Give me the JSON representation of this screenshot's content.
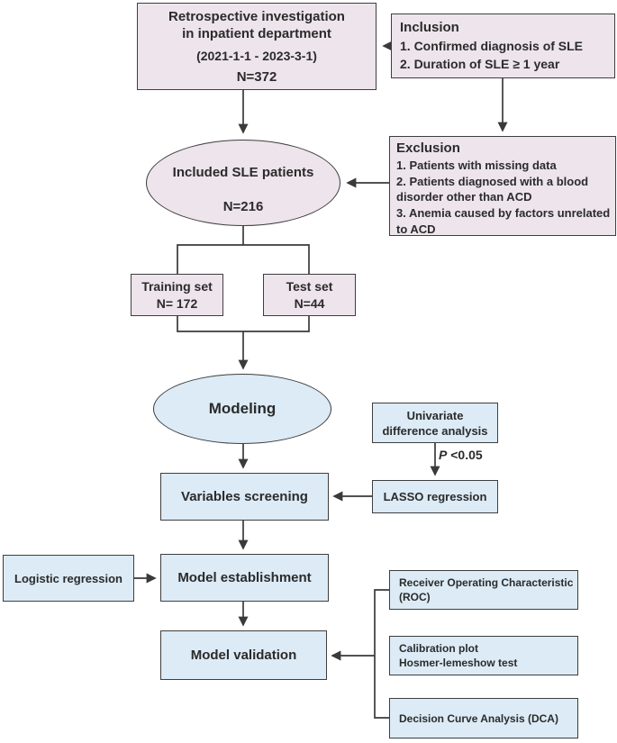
{
  "colors": {
    "pink_fill": "#ede4ec",
    "blue_fill": "#dcebf6",
    "border": "#3e3e3e",
    "connector": "#3a3a3a",
    "text": "#2b2b2b",
    "background": "#ffffff"
  },
  "nodes": {
    "retrospective": {
      "line1": "Retrospective investigation",
      "line2": "in inpatient department",
      "dates": "(2021-1-1 - 2023-3-1)",
      "n": "N=372"
    },
    "inclusion": {
      "title": "Inclusion",
      "items": [
        "1. Confirmed diagnosis of SLE",
        "2. Duration of SLE ≥ 1 year"
      ]
    },
    "exclusion": {
      "title": "Exclusion",
      "items": [
        "1. Patients with missing data",
        "2. Patients diagnosed with a blood disorder other than ACD",
        "3. Anemia caused by factors unrelated to ACD"
      ]
    },
    "included_patients": {
      "label": "Included SLE patients",
      "n": "N=216"
    },
    "training_set": {
      "label": "Training set",
      "n": "N= 172"
    },
    "test_set": {
      "label": "Test set",
      "n": "N=44"
    },
    "modeling": {
      "label": "Modeling"
    },
    "univariate": {
      "line1": "Univariate",
      "line2": "difference analysis"
    },
    "p_threshold": {
      "symbol": "P",
      "value": " <0.05"
    },
    "lasso": {
      "label": "LASSO regression"
    },
    "variables_screening": {
      "label": "Variables screening"
    },
    "logistic": {
      "label": "Logistic regression"
    },
    "model_establishment": {
      "label": "Model establishment"
    },
    "model_validation": {
      "label": "Model validation"
    },
    "roc": {
      "label": "Receiver Operating Characteristic (ROC)"
    },
    "calibration": {
      "line1": "Calibration plot",
      "line2": "Hosmer-lemeshow test"
    },
    "dca": {
      "label": "Decision Curve Analysis (DCA)"
    }
  }
}
